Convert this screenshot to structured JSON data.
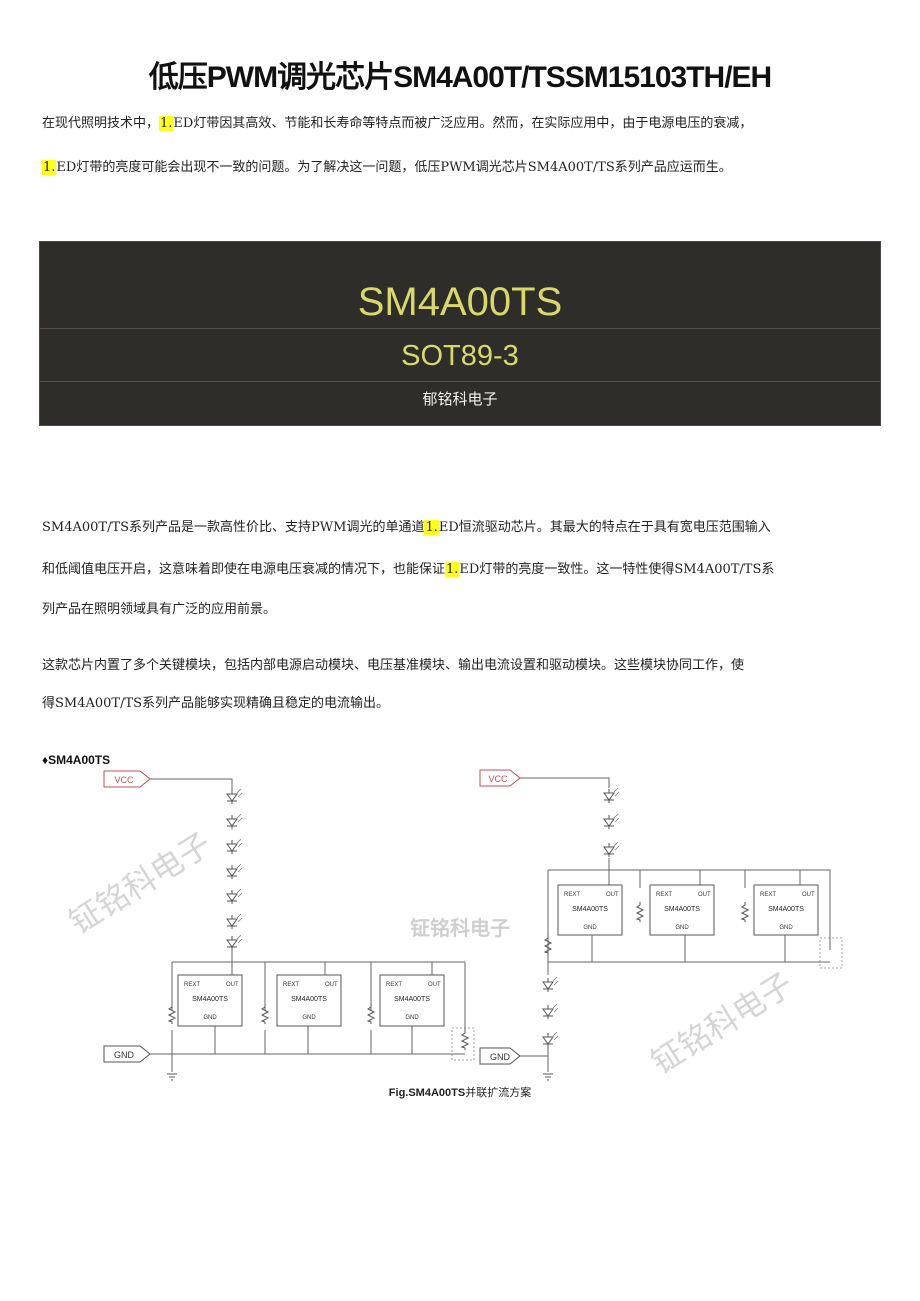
{
  "title": "低压PWM调光芯片SM4A00T/TSSM15103TH/EH",
  "intro": {
    "line1_a": "在现代照明技术中，",
    "line1_hl": "1.",
    "line1_b": "ED灯带因其高效、节能和长寿命等特点而被广泛应用。然而，在实际应用中，由于电源电压的衰减，",
    "line2_hl": "1.",
    "line2_b": "ED灯带的亮度可能会出现不一致的问题。为了解决这一问题，低压PWM调光芯片SM4A00T/TS系列产品应运而生。"
  },
  "banner": {
    "model": "SM4A00TS",
    "package": "SOT89-3",
    "company": "郁铭科电子"
  },
  "para2": {
    "line1_a": "SM4A00T/TS系列产品是一款高性价比、支持PWM调光的单通道",
    "line1_hl": "1.",
    "line1_b": "ED恒流驱动芯片。其最大的特点在于具有宽电压范围输入",
    "line2_a": "和低阈值电压开启，这意味着即使在电源电压衰减的情况下，也能保证",
    "line2_hl": "1.",
    "line2_b": "ED灯带的亮度一致性。这一特性使得SM4A00T/TS系",
    "line3": "列产品在照明领域具有广泛的应用前景。"
  },
  "para3": {
    "line1": "这款芯片内置了多个关键模块，包括内部电源启动模块、电压基准模块、输出电流设置和驱动模块。这些模块协同工作，使",
    "line2": "得SM4A00T/TS系列产品能够实现精确且稳定的电流输出。"
  },
  "diagram": {
    "heading": "♦SM4A00TS",
    "vcc": "VCC",
    "gnd": "GND",
    "chip_name": "SM4A00TS",
    "pin_rext": "REXT",
    "pin_out": "OUT",
    "pin_gnd": "GND",
    "watermark1": "钲铭科电子",
    "watermark2": "钲铭科电子",
    "watermark3": "钲铭科电子",
    "caption_bold": "Fig.SM4A00TS",
    "caption_rest": "并联扩流方案"
  }
}
